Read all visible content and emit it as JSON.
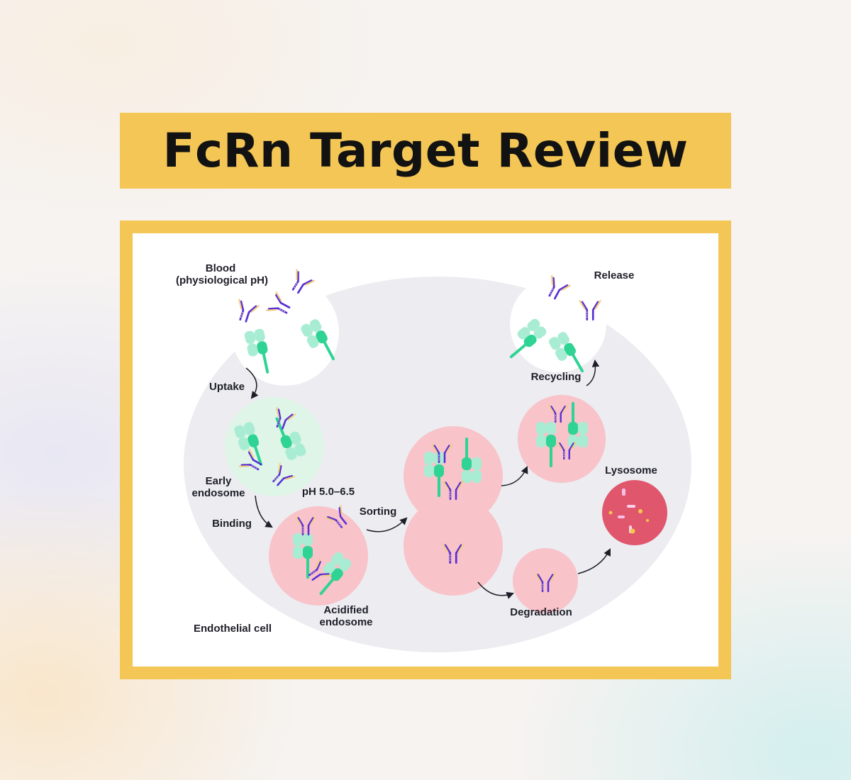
{
  "title": "FcRn Target Review",
  "diagram": {
    "labels": {
      "blood_line1": "Blood",
      "blood_line2": "(physiological pH)",
      "release": "Release",
      "uptake": "Uptake",
      "recycling": "Recycling",
      "early_line1": "Early",
      "early_line2": "endosome",
      "ph": "pH 5.0–6.5",
      "sorting": "Sorting",
      "binding": "Binding",
      "lysosome": "Lysosome",
      "acidified_line1": "Acidified",
      "acidified_line2": "endosome",
      "degradation": "Degradation",
      "endothelial": "Endothelial cell"
    },
    "colors": {
      "banner": "#f3c655",
      "cell": "#ececf1",
      "early_endosome": "#dff5e7",
      "acidified": "#f8c3c9",
      "lysosome": "#e0566d",
      "igg": "#5a2fd6",
      "fcrn_light": "#a9ecd4",
      "fcrn_dark": "#2fd394"
    }
  }
}
